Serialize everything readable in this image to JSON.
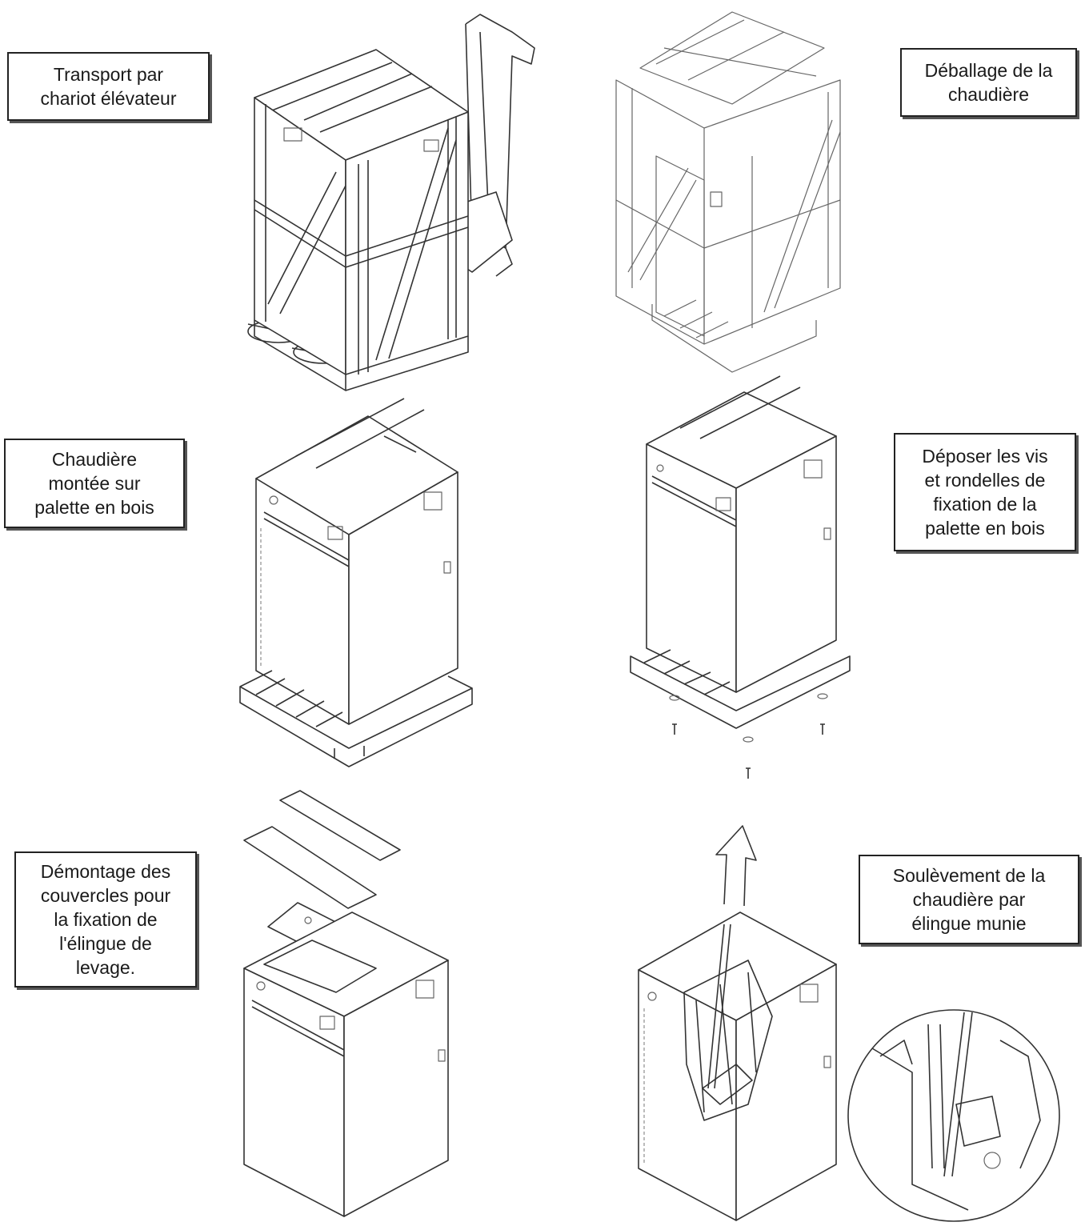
{
  "labels": {
    "transport": "Transport par\nchariot élévateur",
    "unpacking": "Déballage de la\nchaudière",
    "on_pallet": "Chaudière\nmontée sur\npalette en bois",
    "remove_screws": "Déposer les vis\net rondelles de\nfixation de la\npalette en bois",
    "remove_covers": "Démontage des\ncouvercles pour\nla fixation de\nl'élingue de\nlevage.",
    "lifting": "Soulèvement de la\nchaudière par\nélingue munie"
  },
  "icons": {
    "pallet_truck": "pallet-truck-icon",
    "crate": "wooden-crate-icon",
    "boiler": "boiler-icon",
    "pallet": "wooden-pallet-icon",
    "screw": "screw-icon",
    "washer": "washer-icon",
    "arrow": "lift-arrow-icon",
    "detail": "magnified-detail-icon"
  }
}
